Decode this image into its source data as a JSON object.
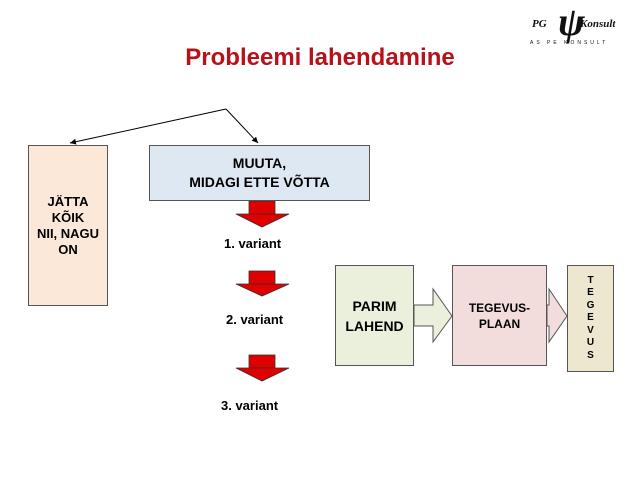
{
  "title": "Probleemi lahendamine",
  "logo": {
    "left": "PG",
    "right": "Konsult",
    "subtitle": "AS PE KONSULT"
  },
  "boxes": {
    "leave_as_is": [
      "JÄTTA",
      "KÕIK",
      "NII, NAGU",
      "ON"
    ],
    "change": [
      "MUUTA,",
      "MIDAGI ETTE VÕTTA"
    ],
    "best_solution": [
      "PARIM",
      "LAHEND"
    ],
    "action_plan": [
      "TEGEVUS-",
      "PLAAN"
    ],
    "actions_letters": [
      "T",
      "E",
      "G",
      "E",
      "V",
      "U",
      "S"
    ]
  },
  "variants": [
    "1.  variant",
    "2. variant",
    "3. variant"
  ],
  "colors": {
    "title": "#b5121b",
    "red_arrow": "#e00000",
    "left_box": "#fce8d9",
    "change_box": "#dde8f2",
    "best_box": "#ebf0dc",
    "plan_box": "#f2dcdc",
    "actions_box": "#ede7cf"
  }
}
